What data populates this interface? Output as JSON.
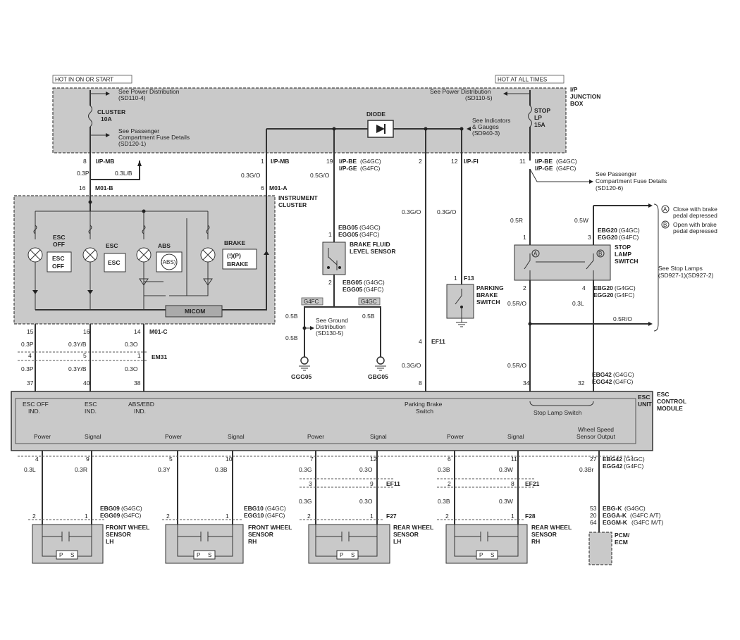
{
  "top": {
    "hot_ign": "HOT IN ON OR START",
    "hot_all": "HOT AT ALL TIMES",
    "jbox": [
      "I/P",
      "JUNCTION",
      "BOX"
    ],
    "pd_left": [
      "See Power Distribution",
      "(SD110-4)"
    ],
    "pd_right": [
      "See Power Distribution",
      "(SD110-5)"
    ],
    "fuse_left": [
      "CLUSTER",
      "10A"
    ],
    "fuse_right": [
      "STOP",
      "LP",
      "15A"
    ],
    "pass_comp": [
      "See Passenger",
      "Compartment Fuse Details",
      "(SD120-1)"
    ],
    "diode": "DIODE",
    "indicators": [
      "See Indicators",
      "& Gauges",
      "(SD940-3)"
    ],
    "pass_comp_right": [
      "See Passenger",
      "Compartment Fuse Details",
      "(SD120-6)"
    ]
  },
  "conn": {
    "ipmb_left": "I/P-MB",
    "ipmb_mid": "I/P-MB",
    "ipbe_mid": "I/P-BE",
    "ipbe_mid_s": "(G4GC)",
    "ipge_mid": "I/P-GE",
    "ipge_mid_s": "(G4FC)",
    "ipfi": "I/P-FI",
    "ipbe_right": "I/P-BE",
    "ipbe_right_s": "(G4GC)",
    "ipge_right": "I/P-GE",
    "ipge_right_s": "(G4FC)",
    "m01b": "M01-B",
    "m01a": "M01-A",
    "m01c": "M01-C",
    "em31": "EM31",
    "ef11": "EF11",
    "f13": "F13",
    "ebg05a": "EBG05",
    "ebg05a_s": "(G4GC)",
    "egg05a": "EGG05",
    "egg05a_s": "(G4FC)",
    "ebg05b": "EBG05",
    "ebg05b_s": "(G4GC)",
    "egg05b": "EGG05",
    "egg05b_s": "(G4FC)",
    "ebg20a": "EBG20",
    "ebg20a_s": "(G4GC)",
    "egg20a": "EGG20",
    "egg20a_s": "(G4FC)",
    "ebg20b": "EBG20",
    "ebg20b_s": "(G4GC)",
    "egg20b": "EGG20",
    "egg20b_s": "(G4FC)",
    "ebg42a": "EBG42",
    "ebg42a_s": "(G4GC)",
    "egg42a": "EGG42",
    "egg42a_s": "(G4FC)",
    "ebg42b": "EBG42",
    "ebg42b_s": "(G4GC)",
    "egg42b": "EGG42",
    "egg42b_s": "(G4FC)",
    "ebg09": "EBG09",
    "ebg09_s": "(G4GC)",
    "egg09": "EGG09",
    "egg09_s": "(G4FC)",
    "ebg10": "EBG10",
    "ebg10_s": "(G4GC)",
    "egg10": "EGG10",
    "egg10_s": "(G4FC)",
    "ef11b": "EF11",
    "f27": "F27",
    "ef21": "EF21",
    "f28": "F28",
    "ebgk": "EBG-K",
    "ebgk_s": "(G4GC)",
    "eggak": "EGGA-K",
    "eggak_s": "(G4FC A/T)",
    "eggmk": "EGGM-K",
    "eggmk_s": "(G4FC M/T)",
    "g4fc": "G4FC",
    "g4gc": "G4GC"
  },
  "pins": {
    "p8": "8",
    "p16": "16",
    "p1a": "1",
    "p6": "6",
    "p19": "19",
    "p2": "2",
    "p12": "12",
    "p11": "11",
    "p15": "15",
    "p16b": "16",
    "p14": "14",
    "p4": "4",
    "p5": "5",
    "p1b": "1",
    "p37": "37",
    "p40": "40",
    "p38": "38",
    "p8b": "8",
    "p34": "34",
    "p32": "32",
    "bf1": "1",
    "bf2": "2",
    "pk1": "1",
    "sl1": "1",
    "sl3": "3",
    "sl2": "2",
    "sl4": "4",
    "p4ef": "4",
    "u4": "4",
    "u9": "9",
    "u5": "5",
    "u10": "10",
    "u7": "7",
    "u12": "12",
    "u6": "6",
    "u11": "11",
    "u27": "27",
    "c3": "3",
    "c9": "9",
    "c2a": "2",
    "c8": "8",
    "w2a": "2",
    "w1a": "1",
    "w2b": "2",
    "w1b": "1",
    "w2c": "2",
    "w1c": "1",
    "w2d": "2",
    "w1d": "1",
    "k53": "53",
    "k20": "20",
    "k64": "64"
  },
  "wires": {
    "w03p": "0.3P",
    "w03lb": "0.3L/B",
    "w03go_a": "0.3G/O",
    "w05go": "0.5G/O",
    "w03go_b": "0.3G/O",
    "w03go_c": "0.3G/O",
    "w05r": "0.5R",
    "w05w": "0.5W",
    "w03p_b": "0.3P",
    "w03yb": "0.3Y/B",
    "w03o": "0.3O",
    "w03p_c": "0.3P",
    "w03yb_c": "0.3Y/B",
    "w03o_c": "0.3O",
    "w05b_a": "0.5B",
    "w05b_b": "0.5B",
    "w05b_c": "0.5B",
    "w03go_d": "0.3G/O",
    "w05ro_a": "0.5R/O",
    "w03l": "0.3L",
    "w05ro_b": "0.5R/O",
    "w05ro_c": "0.5R/O",
    "u03l": "0.3L",
    "u03r": "0.3R",
    "u03y": "0.3Y",
    "u03b": "0.3B",
    "u03g": "0.3G",
    "u03o": "0.3O",
    "u03b2": "0.3B",
    "u03w": "0.3W",
    "u03br": "0.3Br",
    "u03g2": "0.3G",
    "u03o2": "0.3O",
    "u03b3": "0.3B",
    "u03w2": "0.3W"
  },
  "cluster": {
    "title": [
      "INSTRUMENT",
      "CLUSTER"
    ],
    "esc_off": [
      "ESC",
      "OFF"
    ],
    "esc_off_icon": [
      "ESC",
      "OFF"
    ],
    "esc": "ESC",
    "esc_icon": "ESC",
    "abs": "ABS",
    "abs_icon": "(ABS)",
    "brake": "BRAKE",
    "brake_icon": "BRAKE",
    "micom": "MICOM"
  },
  "components": {
    "brake_fluid": [
      "BRAKE FLUID",
      "LEVEL SENSOR"
    ],
    "ground_dist": [
      "See Ground",
      "Distribution",
      "(SD130-5)"
    ],
    "gnd1": "GGG05",
    "gnd2": "GBG05",
    "parking": [
      "PARKING",
      "BRAKE",
      "SWITCH"
    ],
    "stop_lamp": [
      "STOP",
      "LAMP",
      "SWITCH"
    ],
    "note_a": [
      "Close with brake",
      "pedal depressed"
    ],
    "note_b": [
      "Open with brake",
      "pedal depressed"
    ],
    "stop_lamps_ref": [
      "See Stop Lamps",
      "(SD927-1)(SD927-2)"
    ],
    "esc_module": [
      "ESC",
      "CONTROL",
      "MODULE"
    ],
    "esc_unit": [
      "ESC",
      "UNIT"
    ],
    "unit_labels": [
      "ESC OFF",
      "IND.",
      "ESC",
      "IND.",
      "ABS/EBD",
      "IND.",
      "Parking Brake",
      "Switch",
      "Stop Lamp Switch"
    ],
    "unit_lower": [
      "Power",
      "Signal",
      "Power",
      "Signal",
      "Power",
      "Signal",
      "Power",
      "Signal",
      "Wheel Speed",
      "Sensor Output"
    ],
    "fl": [
      "FRONT WHEEL",
      "SENSOR",
      "LH"
    ],
    "fr": [
      "FRONT WHEEL",
      "SENSOR",
      "RH"
    ],
    "rl": [
      "REAR WHEEL",
      "SENSOR",
      "LH"
    ],
    "rr": [
      "REAR WHEEL",
      "SENSOR",
      "RH"
    ],
    "ps": [
      "P",
      "S",
      "P",
      "S",
      "P",
      "S",
      "P",
      "S"
    ],
    "pcm": [
      "PCM/",
      "ECM"
    ]
  }
}
